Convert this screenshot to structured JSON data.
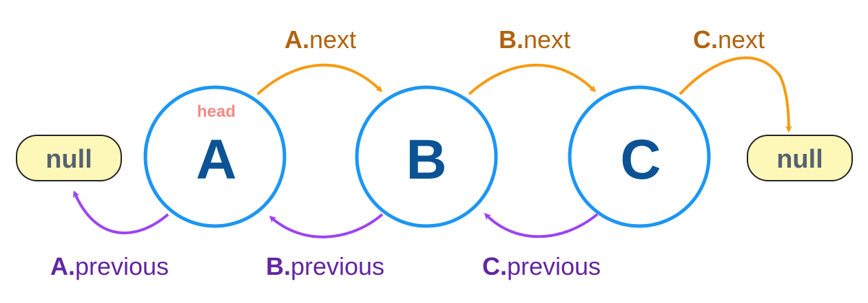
{
  "nodes": [
    {
      "id": "a",
      "letter": "A"
    },
    {
      "id": "b",
      "letter": "B"
    },
    {
      "id": "c",
      "letter": "C"
    }
  ],
  "head_label": "head",
  "null_left": "null",
  "null_right": "null",
  "next_labels": [
    {
      "owner": "A",
      "prop": "next"
    },
    {
      "owner": "B",
      "prop": "next"
    },
    {
      "owner": "C",
      "prop": "next"
    }
  ],
  "previous_labels": [
    {
      "owner": "A",
      "prop": "previous"
    },
    {
      "owner": "B",
      "prop": "previous"
    },
    {
      "owner": "C",
      "prop": "previous"
    }
  ],
  "colors": {
    "node_stroke": "#1c96f3",
    "node_letter": "#0b5394",
    "next_arrow": "#f69b12",
    "previous_arrow": "#9b43f5",
    "head_label": "#f48b85",
    "null_fill": "#fdf7b8"
  }
}
